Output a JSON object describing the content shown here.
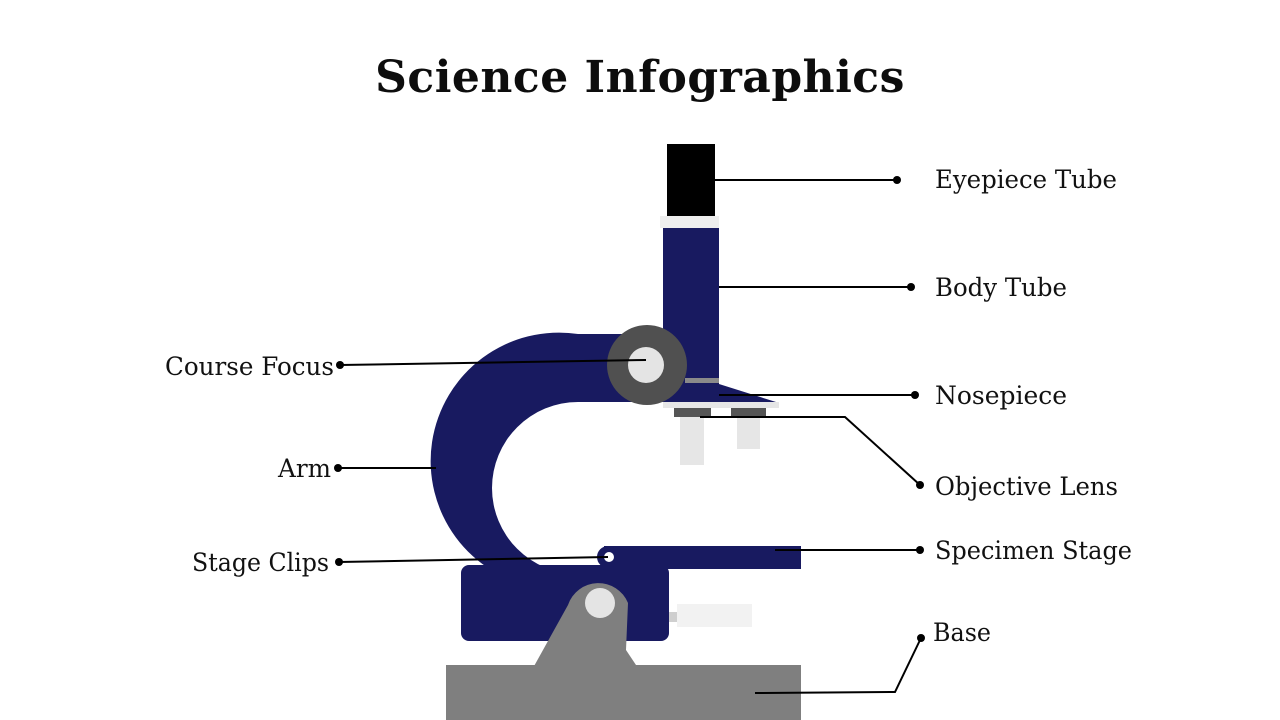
{
  "title": "Science Infographics",
  "colors": {
    "arm": "#181a60",
    "base": "#7f7f7f",
    "knob_outer": "#505050",
    "knob_inner": "#e4e4e4",
    "eyepiece": "#000000",
    "lens": "#e6e6e6",
    "lens_cap": "#555555"
  },
  "labels": {
    "eyepiece_tube": "Eyepiece Tube",
    "body_tube": "Body Tube",
    "nosepiece": "Nosepiece",
    "objective_lens": "Objective Lens",
    "specimen_stage": "Specimen Stage",
    "base": "Base",
    "course_focus": "Course Focus",
    "arm": "Arm",
    "stage_clips": "Stage Clips"
  }
}
